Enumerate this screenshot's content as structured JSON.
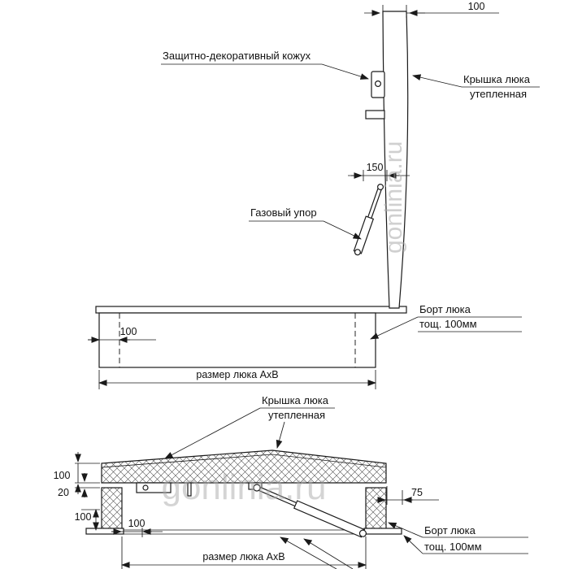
{
  "watermark": "gonlinia.ru",
  "top_view": {
    "labels": {
      "casing": "Защитно-декоративный кожух",
      "cover_line1": "Крышка люка",
      "cover_line2": "утепленная",
      "gas_strut": "Газовый упор",
      "board_line1": "Борт люка",
      "board_line2": "тощ. 100мм"
    },
    "dims": {
      "cover_thickness": "100",
      "strut_offset": "150",
      "wall_thickness": "100",
      "hatch_size": "размер люка АхВ"
    }
  },
  "section_view": {
    "labels": {
      "cover_line1": "Крышка люка",
      "cover_line2": "утепленная",
      "board_line1": "Борт люка",
      "board_line2": "тощ. 100мм"
    },
    "dims": {
      "cover_thickness": "100",
      "gap": "20",
      "frame_depth": "100",
      "wall_thickness": "100",
      "flange_width": "75",
      "hatch_size": "размер люка АхВ"
    }
  }
}
